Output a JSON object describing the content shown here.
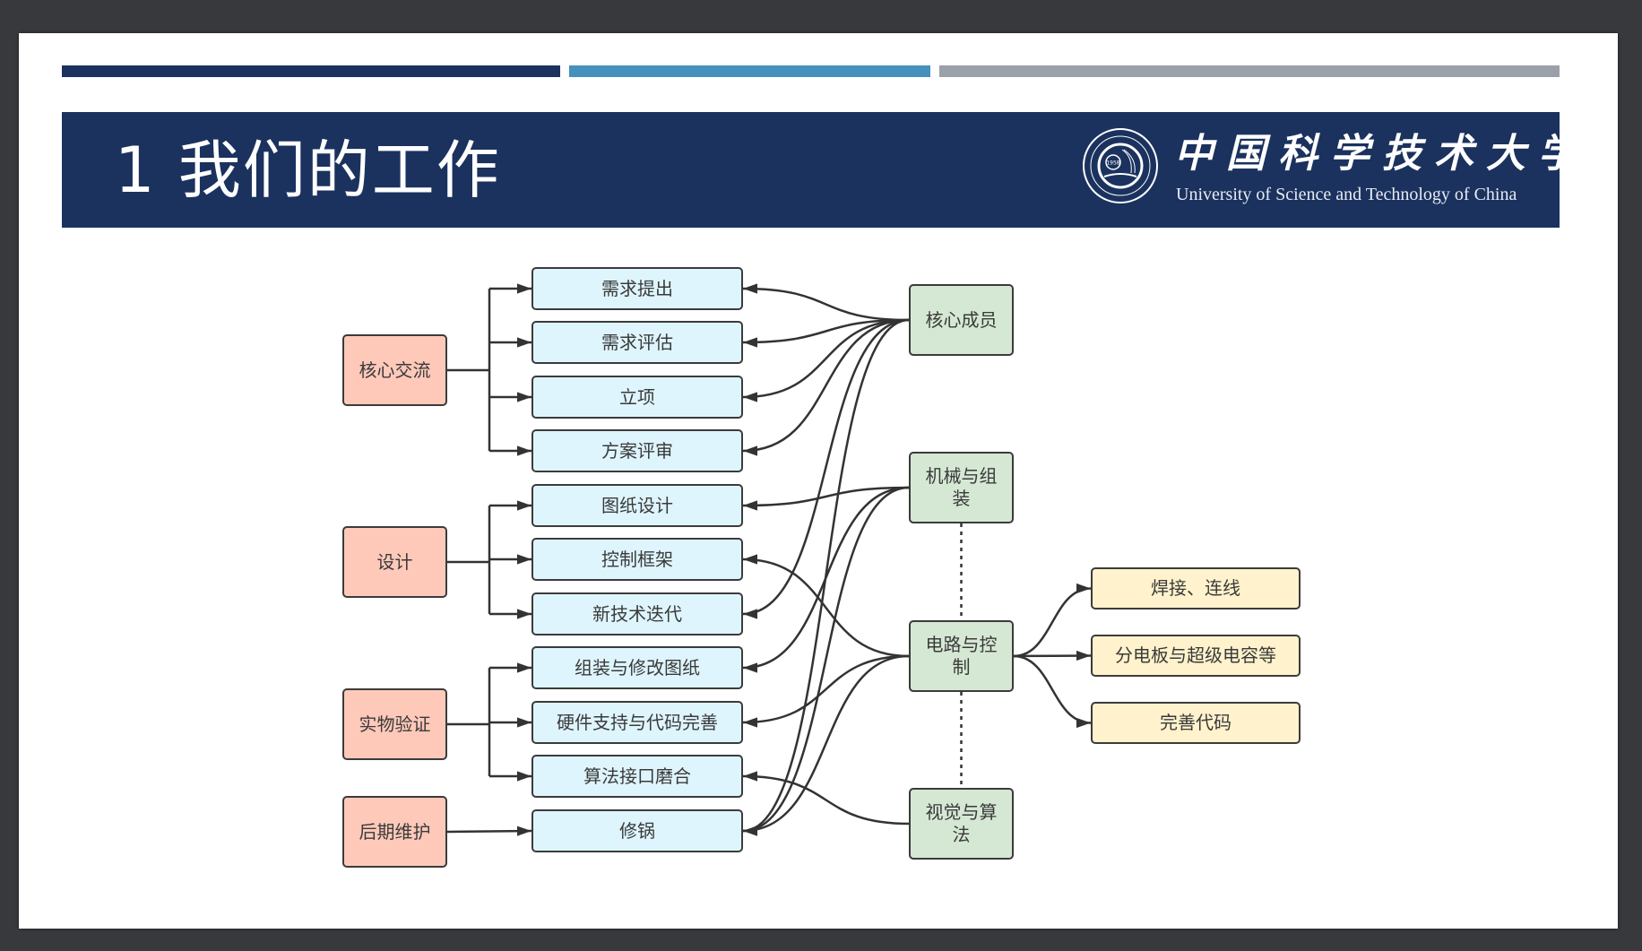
{
  "slide": {
    "title": "1 我们的工作",
    "logo": {
      "emblem_year": "1958",
      "name_cn": "中国科学技术大学",
      "name_en": "University of Science and Technology of China",
      "icon": "university-emblem-icon"
    },
    "colors": {
      "title_band": "#1b325f",
      "bar_dark": "#1b325f",
      "bar_blue": "#4691bb",
      "bar_gray": "#9aa1a8",
      "node_pink": "#ffc9ba",
      "node_blue": "#def5fd",
      "node_green": "#d5e8d4",
      "node_yellow": "#fff2cc",
      "edge": "#333333"
    }
  },
  "diagram": {
    "phases": [
      {
        "id": "p1",
        "label": "核心交流"
      },
      {
        "id": "p2",
        "label": "设计"
      },
      {
        "id": "p3",
        "label": "实物验证"
      },
      {
        "id": "p4",
        "label": "后期维护"
      }
    ],
    "tasks": [
      {
        "id": "t1",
        "label": "需求提出"
      },
      {
        "id": "t2",
        "label": "需求评估"
      },
      {
        "id": "t3",
        "label": "立项"
      },
      {
        "id": "t4",
        "label": "方案评审"
      },
      {
        "id": "t5",
        "label": "图纸设计"
      },
      {
        "id": "t6",
        "label": "控制框架"
      },
      {
        "id": "t7",
        "label": "新技术迭代"
      },
      {
        "id": "t8",
        "label": "组装与修改图纸"
      },
      {
        "id": "t9",
        "label": "硬件支持与代码完善"
      },
      {
        "id": "t10",
        "label": "算法接口磨合"
      },
      {
        "id": "t11",
        "label": "修锅"
      }
    ],
    "teams": [
      {
        "id": "g1",
        "label": "核心成员"
      },
      {
        "id": "g2",
        "label": "机械与组装"
      },
      {
        "id": "g3",
        "label": "电路与控制"
      },
      {
        "id": "g4",
        "label": "视觉与算法"
      }
    ],
    "subtasks": [
      {
        "id": "s1",
        "label": "焊接、连线"
      },
      {
        "id": "s2",
        "label": "分电板与超级电容等"
      },
      {
        "id": "s3",
        "label": "完善代码"
      }
    ],
    "phase_edges": [
      {
        "from": "p1",
        "to": [
          "t1",
          "t2",
          "t3",
          "t4"
        ]
      },
      {
        "from": "p2",
        "to": [
          "t5",
          "t6",
          "t7"
        ]
      },
      {
        "from": "p3",
        "to": [
          "t8",
          "t9",
          "t10"
        ]
      },
      {
        "from": "p4",
        "to": [
          "t11"
        ]
      }
    ],
    "team_edges": [
      {
        "from": "g1",
        "to": [
          "t1",
          "t2",
          "t3",
          "t4",
          "t7",
          "t11"
        ]
      },
      {
        "from": "g2",
        "to": [
          "t5",
          "t8",
          "t11"
        ]
      },
      {
        "from": "g3",
        "to": [
          "t6",
          "t9",
          "t11"
        ]
      },
      {
        "from": "g4",
        "to": [
          "t10"
        ]
      }
    ],
    "subtask_edges": [
      {
        "from": "g3",
        "to": [
          "s1",
          "s2",
          "s3"
        ]
      }
    ],
    "dotted_links": [
      [
        "g2",
        "g3"
      ],
      [
        "g3",
        "g4"
      ]
    ]
  }
}
